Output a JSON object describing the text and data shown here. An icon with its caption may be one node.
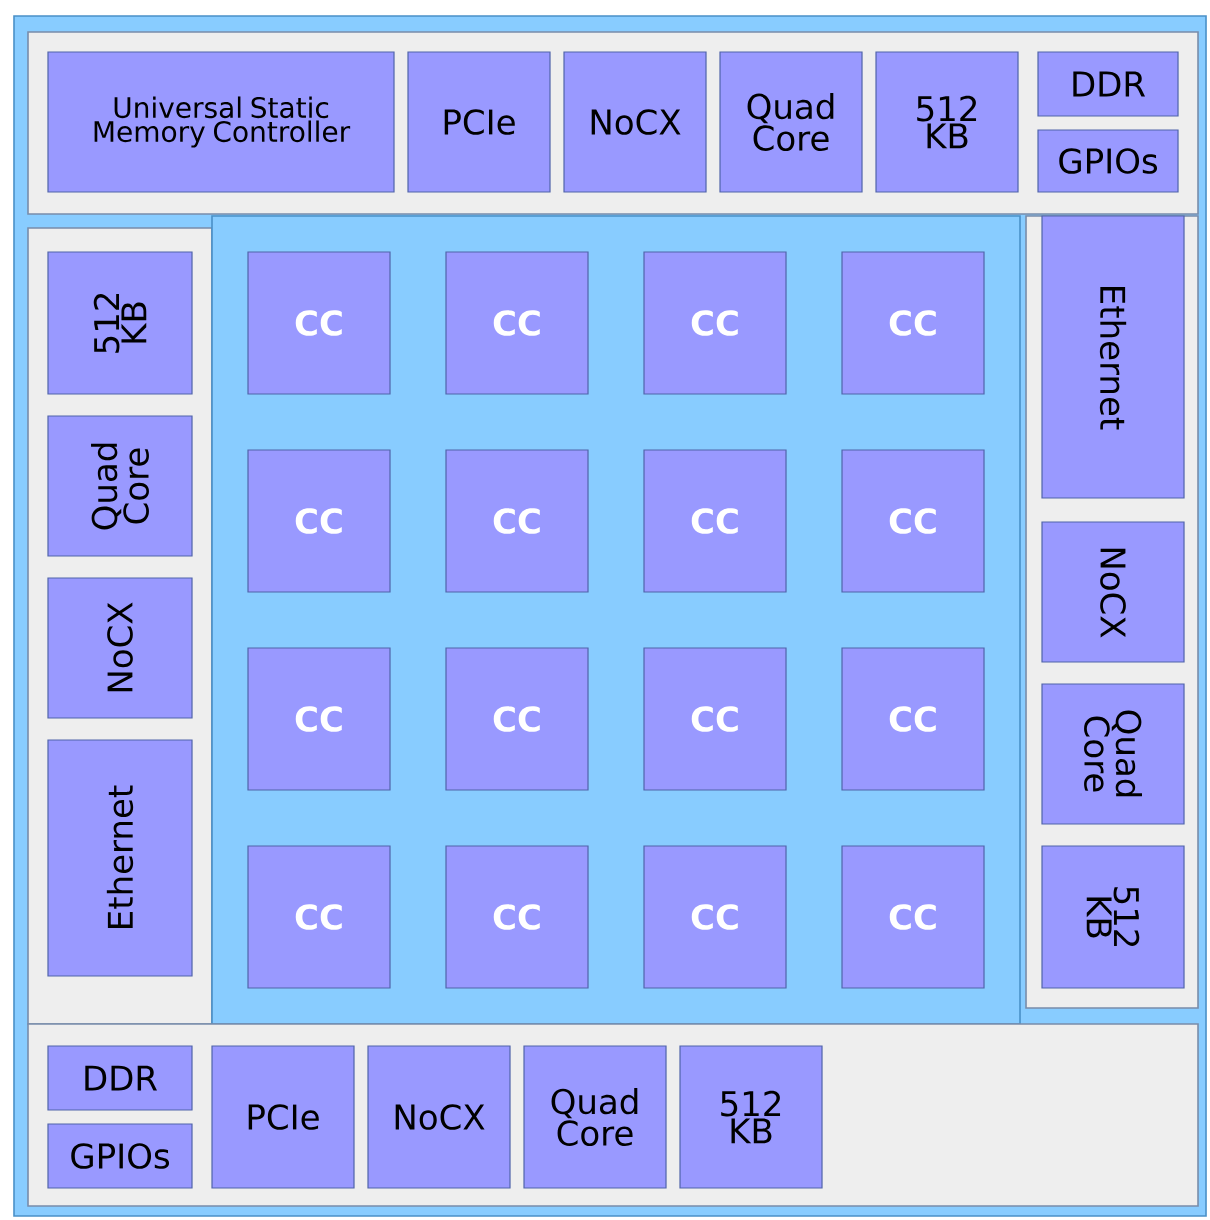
{
  "diagram": {
    "nodes": [
      {
        "text": [],
        "shape": "box"
      },
      {
        "text": [],
        "shape": "box",
        "in": 0
      },
      {
        "text": [
          "Universal Static Memory Controller"
        ],
        "in": 1
      },
      {
        "text": [
          "PCIe"
        ],
        "in": 1
      },
      {
        "text": [
          "NoCX"
        ],
        "in": 1
      },
      {
        "text": [
          "Quad Core"
        ],
        "in": 1
      },
      {
        "text": [
          "512 KB"
        ],
        "in": 1
      },
      {
        "text": [
          "DDR"
        ],
        "in": 1
      },
      {
        "text": [
          "GPIOs"
        ],
        "in": 1
      },
      {
        "text": [],
        "shape": "box",
        "in": 0
      },
      {
        "text": [
          "512 KB"
        ],
        "in": 9
      },
      {
        "text": [
          "Quad Core"
        ],
        "in": 9
      },
      {
        "text": [
          "NoCX"
        ],
        "in": 9
      },
      {
        "text": [
          "Ethernet"
        ],
        "in": 9
      },
      {
        "text": [],
        "shape": "box",
        "in": 0
      },
      {
        "text": [
          "CC"
        ],
        "in": 14
      },
      {
        "text": [
          "CC"
        ],
        "in": 14
      },
      {
        "text": [
          "CC"
        ],
        "in": 14
      },
      {
        "text": [
          "CC"
        ],
        "in": 14
      },
      {
        "text": [
          "CC"
        ],
        "in": 14
      },
      {
        "text": [
          "CC"
        ],
        "in": 14
      },
      {
        "text": [
          "CC"
        ],
        "in": 14
      },
      {
        "text": [
          "CC"
        ],
        "in": 14
      },
      {
        "text": [
          "CC"
        ],
        "in": 14
      },
      {
        "text": [
          "CC"
        ],
        "in": 14
      },
      {
        "text": [
          "CC"
        ],
        "in": 14
      },
      {
        "text": [
          "CC"
        ],
        "in": 14
      },
      {
        "text": [
          "CC"
        ],
        "in": 14
      },
      {
        "text": [
          "CC"
        ],
        "in": 14
      },
      {
        "text": [
          "CC"
        ],
        "in": 14
      },
      {
        "text": [
          "CC"
        ],
        "in": 14
      },
      {
        "text": [],
        "shape": "box",
        "in": 0
      },
      {
        "text": [
          "Ethernet"
        ],
        "in": 31
      },
      {
        "text": [
          "NoCX"
        ],
        "in": 31
      },
      {
        "text": [
          "Quad Core"
        ],
        "in": 31
      },
      {
        "text": [
          "512 KB"
        ],
        "in": 31
      },
      {
        "text": [],
        "shape": "box",
        "in": 0
      },
      {
        "text": [
          "DDR"
        ],
        "in": 36
      },
      {
        "text": [
          "GPIOs"
        ],
        "in": 36
      },
      {
        "text": [
          "PCIe"
        ],
        "in": 36
      },
      {
        "text": [
          "NoCX"
        ],
        "in": 36
      },
      {
        "text": [
          "Quad Core"
        ],
        "in": 36
      },
      {
        "text": [
          "512 KB"
        ],
        "in": 36
      }
    ]
  }
}
